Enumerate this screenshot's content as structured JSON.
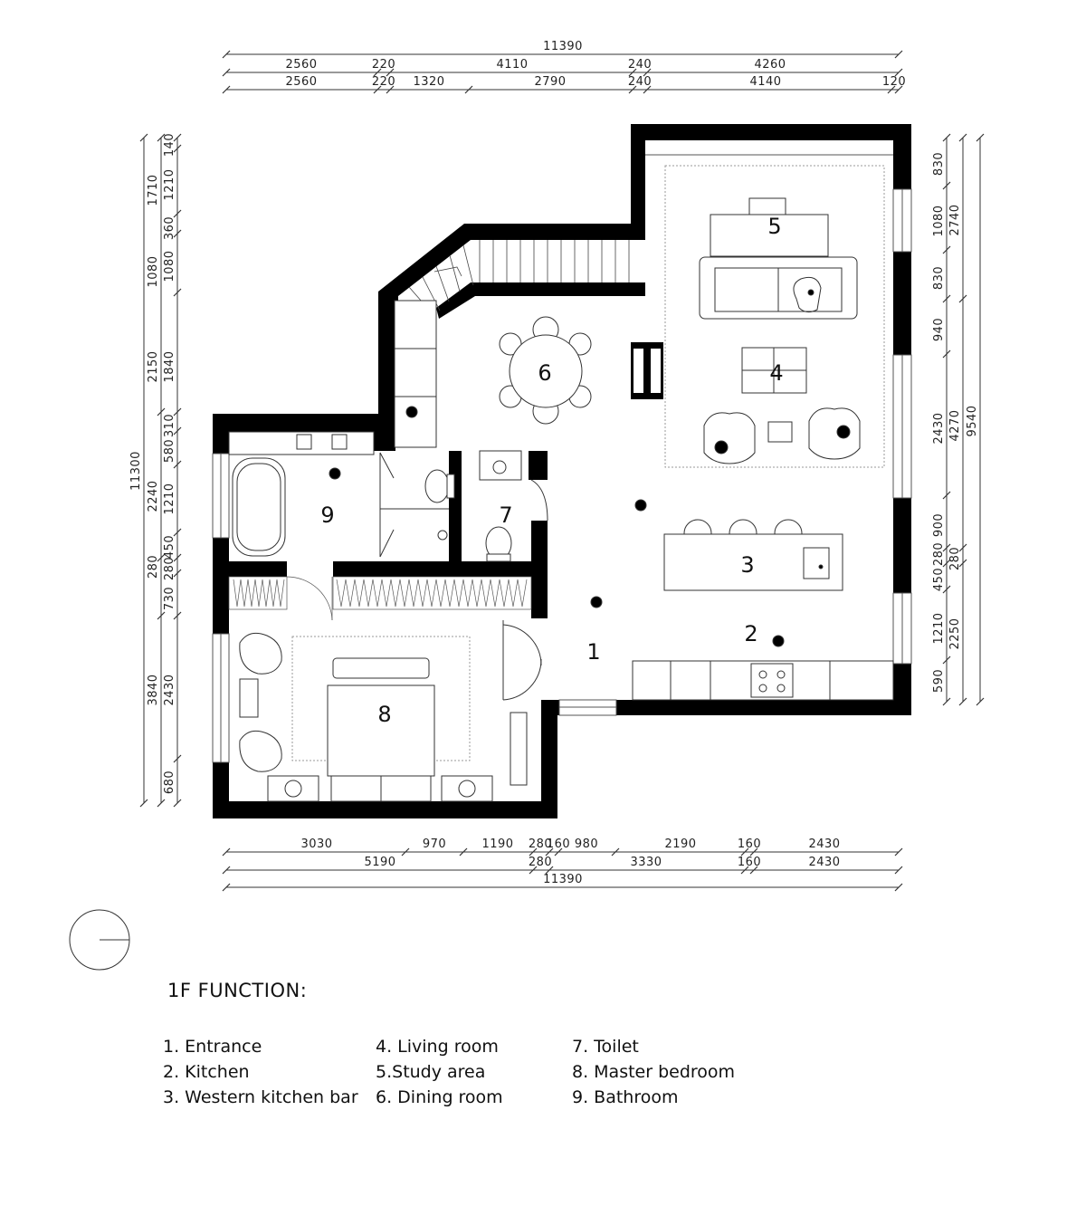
{
  "dims_top": {
    "total": "11390",
    "row1": [
      "2560",
      "220",
      "4110",
      "240",
      "4260"
    ],
    "row2": [
      "2560",
      "220",
      "1320",
      "2790",
      "240",
      "4140",
      "120"
    ]
  },
  "dims_bottom": {
    "row1": [
      "3030",
      "970",
      "1190",
      "280",
      "160",
      "980",
      "2190",
      "160",
      "2430"
    ],
    "row2": [
      "5190",
      "280",
      "3330",
      "160",
      "2430"
    ],
    "total": "11390"
  },
  "dims_left": {
    "total": "11300",
    "outer": [
      "2150",
      "280",
      "3840"
    ],
    "mid": [
      "1710",
      "1080",
      "1840",
      "2240",
      "730",
      "2430",
      "680"
    ],
    "inner": [
      "140",
      "1210",
      "360",
      "1080",
      "310",
      "580",
      "1210",
      "450",
      "280"
    ]
  },
  "dims_right": {
    "total": "9540",
    "outer": [
      "2740",
      "4270",
      "280",
      "2250"
    ],
    "inner": [
      "830",
      "1080",
      "830",
      "940",
      "2430",
      "900",
      "280",
      "450",
      "1210",
      "590"
    ]
  },
  "rooms": {
    "r1": "1",
    "r2": "2",
    "r3": "3",
    "r4": "4",
    "r5": "5",
    "r6": "6",
    "r7": "7",
    "r8": "8",
    "r9": "9"
  },
  "legend": {
    "title": "1F   FUNCTION:",
    "col1": [
      "1. Entrance",
      "2. Kitchen",
      "3. Western kitchen bar"
    ],
    "col2": [
      "4. Living room",
      "5.Study area",
      "6. Dining room"
    ],
    "col3": [
      "7. Toilet",
      "8. Master bedroom",
      "9. Bathroom"
    ]
  }
}
